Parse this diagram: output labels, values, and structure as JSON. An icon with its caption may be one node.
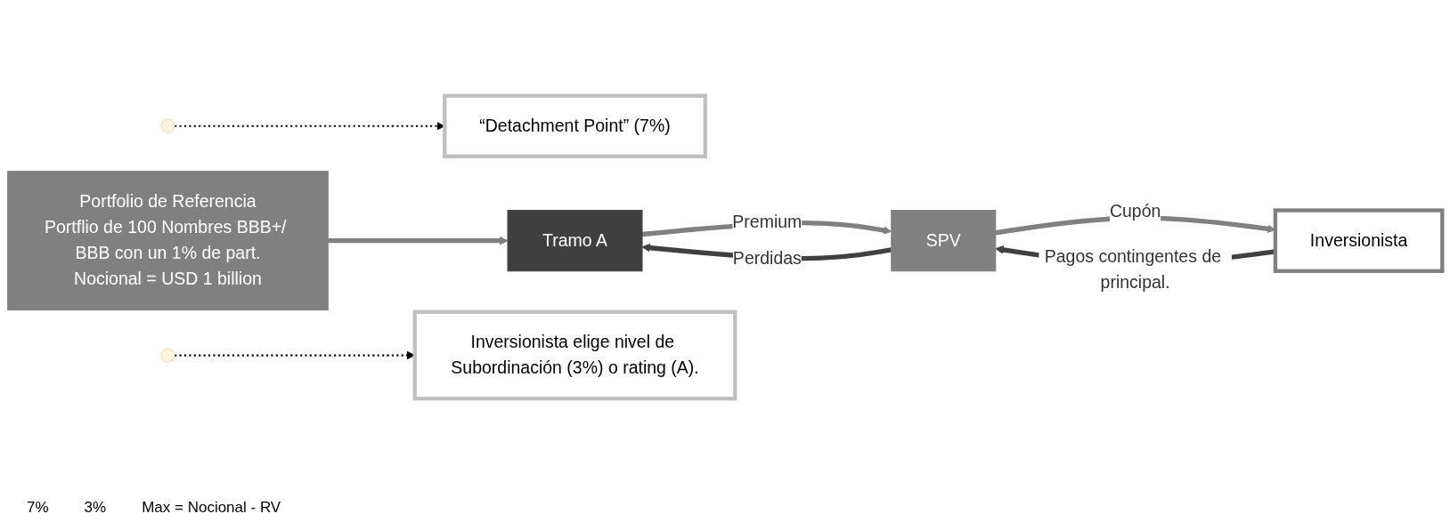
{
  "diagram": {
    "nodes": [
      {
        "text": [
          "Portfolio de Referencia",
          "Portflio de 100 Nombres BBB+/ BBB con un 1% de part.",
          "Nocional = USD 1 billion"
        ]
      },
      {
        "text": [
          "“Detachment Point” (7%)"
        ]
      },
      {
        "text": [
          "Tramo A"
        ]
      },
      {
        "text": [
          "SPV"
        ]
      },
      {
        "text": [
          "Inversionista"
        ]
      },
      {
        "text": [
          "Inversionista elige nivel de Subordinación (3%) o rating (A)."
        ]
      }
    ],
    "edges": [
      {
        "from": 0,
        "to": 2,
        "arrow": "to"
      },
      {
        "from": 2,
        "to": 3,
        "arrow": "to",
        "label": "Premium"
      },
      {
        "from": 3,
        "to": 2,
        "arrow": "to",
        "label": "Perdidas",
        "color": "#404040"
      },
      {
        "from": 3,
        "to": 4,
        "arrow": "to",
        "label": "Cupón"
      },
      {
        "from": 4,
        "to": 3,
        "arrow": "to",
        "label": "Pagos contingentes de principal.",
        "color": "#404040"
      },
      {
        "from": null,
        "to": 1,
        "arrow": "to",
        "style": "dashed",
        "color": "#000000"
      },
      {
        "from": null,
        "to": 5,
        "arrow": "to",
        "style": "dashed",
        "color": "#000000"
      }
    ],
    "labels": [
      "7%",
      "3%",
      "Max = Nocional - RV"
    ]
  }
}
